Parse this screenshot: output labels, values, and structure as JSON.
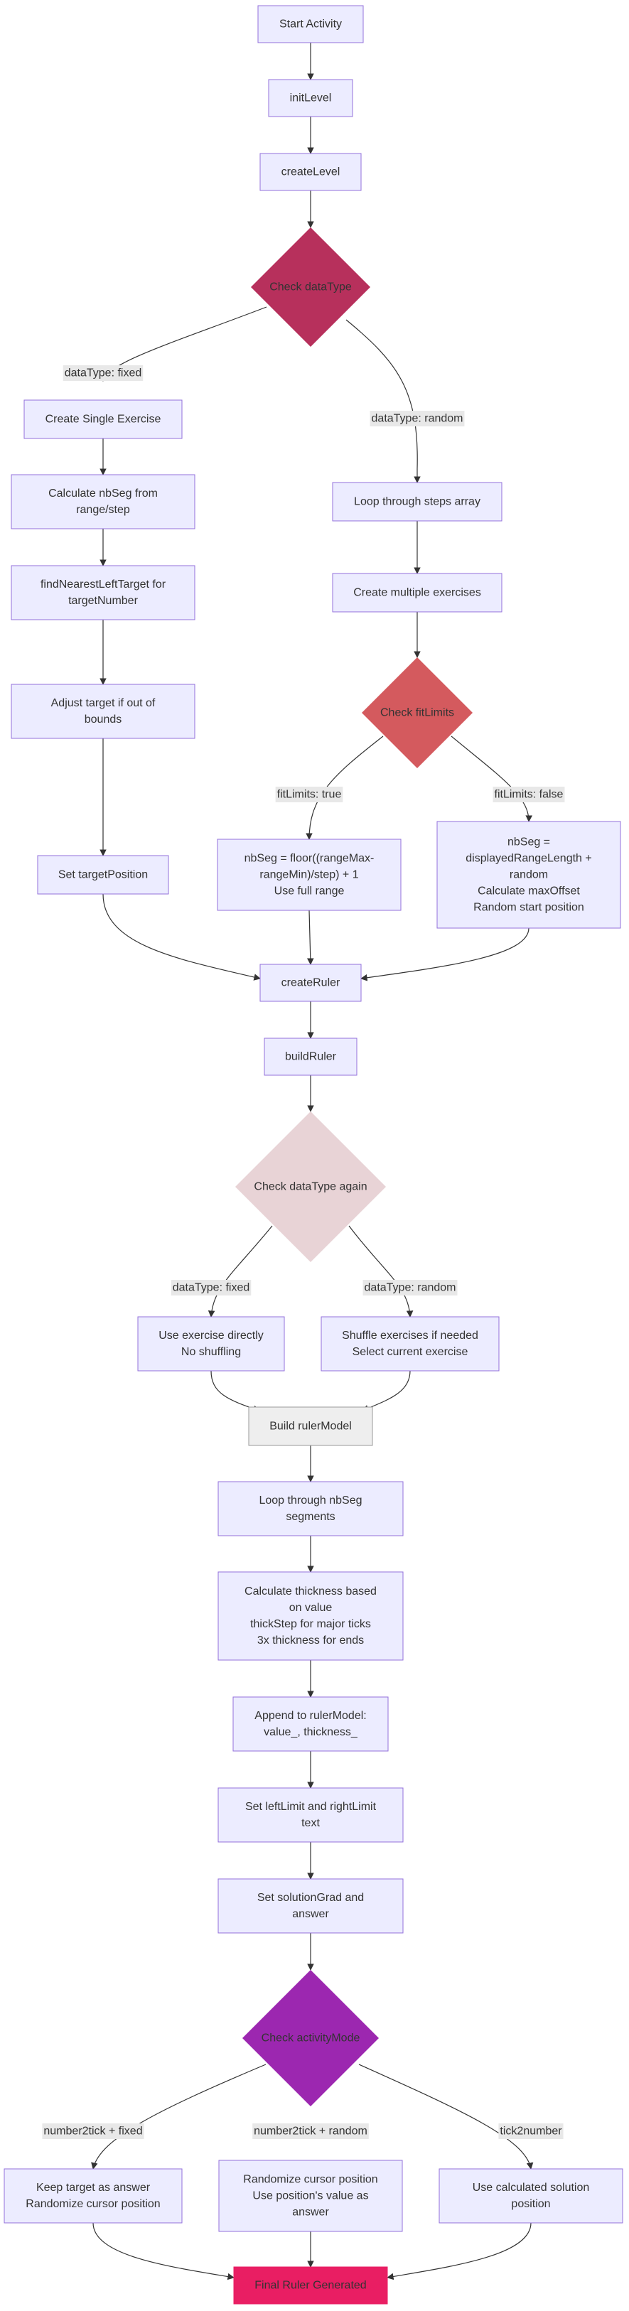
{
  "flowchart": {
    "nodes": {
      "start": [
        "Start Activity"
      ],
      "initLevel": [
        "initLevel"
      ],
      "createLevel": [
        "createLevel"
      ],
      "checkDataType": [
        "Check dataType"
      ],
      "createSingle": [
        "Create Single Exercise"
      ],
      "calcNbSeg": [
        "Calculate nbSeg from",
        "range/step"
      ],
      "findNearest": [
        "findNearestLeftTarget for",
        "targetNumber"
      ],
      "adjustTarget": [
        "Adjust target if out of",
        "bounds"
      ],
      "setTargetPos": [
        "Set targetPosition"
      ],
      "loopSteps": [
        "Loop through steps array"
      ],
      "createMultiple": [
        "Create multiple exercises"
      ],
      "checkFit": [
        "Check fitLimits"
      ],
      "fitTrue": [
        "nbSeg = floor((rangeMax-",
        "rangeMin)/step) + 1",
        "Use full range"
      ],
      "fitFalse": [
        "nbSeg =",
        "displayedRangeLength +",
        "random",
        "Calculate maxOffset",
        "Random start position"
      ],
      "createRuler": [
        "createRuler"
      ],
      "buildRuler": [
        "buildRuler"
      ],
      "checkAgain": [
        "Check dataType again"
      ],
      "useDirect": [
        "Use exercise directly",
        "No shuffling"
      ],
      "shuffle": [
        "Shuffle exercises if needed",
        "Select current exercise"
      ],
      "buildModel": [
        "Build rulerModel"
      ],
      "loopNbSeg": [
        "Loop through nbSeg",
        "segments"
      ],
      "calcThick": [
        "Calculate thickness based",
        "on value",
        "thickStep for major ticks",
        "3x thickness for ends"
      ],
      "appendModel": [
        "Append to rulerModel:",
        "value_, thickness_"
      ],
      "setLimits": [
        "Set leftLimit and rightLimit",
        "text"
      ],
      "setSolution": [
        "Set solutionGrad and",
        "answer"
      ],
      "checkMode": [
        "Check activityMode"
      ],
      "keepTarget": [
        "Keep target as answer",
        "Randomize cursor position"
      ],
      "randCursor": [
        "Randomize cursor position",
        "Use position's value as",
        "answer"
      ],
      "useCalc": [
        "Use calculated solution",
        "position"
      ],
      "final": [
        "Final Ruler Generated"
      ]
    },
    "edge_labels": {
      "fixed1": "dataType: fixed",
      "random1": "dataType: random",
      "fitTrue": "fitLimits: true",
      "fitFalse": "fitLimits: false",
      "fixed2": "dataType: fixed",
      "random2": "dataType: random",
      "mode1": "number2tick + fixed",
      "mode2": "number2tick + random",
      "mode3": "tick2number"
    },
    "colors": {
      "node_fill": "#ECECFF",
      "node_stroke": "#9370DB",
      "text": "#333333",
      "edge": "#333333",
      "label_bg": "#E8E8E8",
      "diamond_dataType": "#B7305C",
      "diamond_fitLimits": "#D45A5E",
      "diamond_again": "#E8D3D6",
      "diamond_mode": "#9C27B0",
      "final": "#E91E63",
      "final_text": "#333333",
      "buildModel_fill": "#EEEEEE",
      "buildModel_stroke": "#999999"
    }
  }
}
